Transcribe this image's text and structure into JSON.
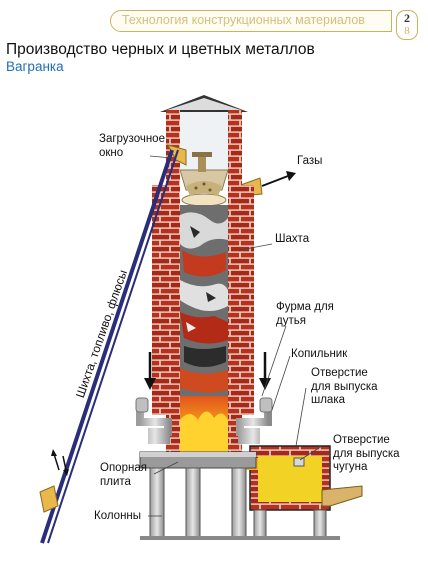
{
  "header": {
    "section_title": "Технология конструкционных материалов",
    "page_top": "2",
    "page_bottom": "8"
  },
  "page": {
    "title": "Производство черных и цветных металлов",
    "subtitle": "Вагранка"
  },
  "labels": {
    "loading_window": "Загрузочное\nокно",
    "gases": "Газы",
    "shaft": "Шахта",
    "charge_side": "Шихта, топливо, флюсы",
    "tuyere": "Фурма для\nдутья",
    "receiver": "Копильник",
    "slag_outlet": "Отверстие\nдля выпуска\nшлака",
    "iron_outlet": "Отверстие\nдля выпуска\nчугуна",
    "support_plate": "Опорная\nплита",
    "columns": "Колонны"
  },
  "colors": {
    "brick": "#b9301f",
    "mortar": "#e8d7c8",
    "flame": "#f5c21a",
    "skip_track": "#2a2d7a",
    "header_accent": "#c9b45c",
    "subtitle": "#1f6fb5"
  }
}
